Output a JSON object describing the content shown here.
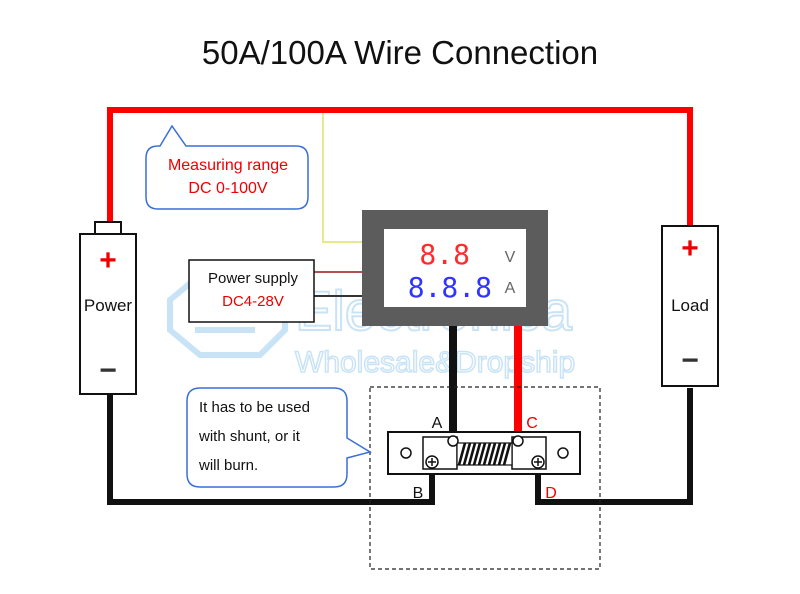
{
  "title": "50A/100A Wire Connection",
  "callout_range": {
    "line1": "Measuring range",
    "line2": "DC 0-100V"
  },
  "callout_shunt": {
    "line1": "It has to be used",
    "line2": "with shunt, or it",
    "line3": "will burn."
  },
  "power_supply": {
    "line1": "Power supply",
    "line2": "DC4-28V"
  },
  "power": {
    "label": "Power",
    "plus": "+",
    "minus": "−"
  },
  "load": {
    "label": "Load",
    "plus": "+",
    "minus": "−"
  },
  "meter": {
    "volts_display": "8.8",
    "volts_unit": "V",
    "amps_display": "8.8.8",
    "amps_unit": "A"
  },
  "terminals": {
    "a": "A",
    "b": "B",
    "c": "C",
    "d": "D"
  },
  "watermark": {
    "brand": "Electronica",
    "tagline": "Wholesale&Dropship"
  },
  "colors": {
    "red_wire": "#ff0000",
    "black_wire": "#111111",
    "yellow_wire": "#e8e890",
    "callout_border": "#3a6fd8",
    "meter_red": "#ff2b2b",
    "meter_blue": "#2f35ff",
    "watermark": "#9ecdf0"
  }
}
